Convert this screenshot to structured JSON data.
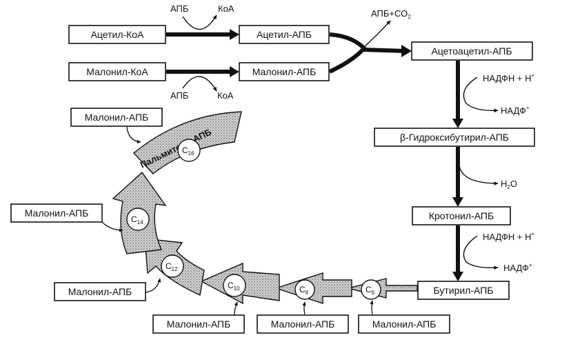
{
  "colors": {
    "ink": "#111111",
    "stipple_bg": "#cfcfcf",
    "box_fill": "#ffffff"
  },
  "top": {
    "acetyl_coa": "Ацетил-КоА",
    "acetyl_apb": "Ацетил-АПБ",
    "malonyl_coa": "Малонил-КоА",
    "malonyl_apb": "Малонил-АПБ",
    "apb_in_1": "АПБ",
    "coa_out_1": "КоА",
    "apb_in_2": "АПБ",
    "coa_out_2": "КоА",
    "apb_co2_main": "АПБ+СО",
    "apb_co2_sub": "2",
    "acetoacetyl_apb": "Ацетоацетил-АПБ"
  },
  "right": {
    "nadph1_main": "НАДФН + Н",
    "nadph1_sup": "+",
    "nadp1_main": "НАДФ",
    "nadp1_sup": "+",
    "hydroxybutyryl": "β-Гидроксибутирил-АПБ",
    "water_main": "H",
    "water_sub": "2",
    "water_end": "O",
    "crotonyl": "Кротонил-АПБ",
    "nadph2_main": "НАДФН  +  Н",
    "nadph2_sup": "+",
    "nadp2_main": "НАДФ",
    "nadp2_sup": "+",
    "butyryl": "Бутирил-АПБ"
  },
  "cycle": {
    "palmitoyl": "Пальмитоил-АПБ",
    "c16": "16",
    "c14": "14",
    "c12": "12",
    "c10": "10",
    "c8": "8",
    "c6": "6",
    "c_letter": "C",
    "malonyl_top": "Малонил-АПБ",
    "malonyl_left": "Малонил-АПБ",
    "malonyl_bottom_left": "Малонил-АПБ",
    "malonyl_b1": "Малонил-АПБ",
    "malonyl_b2": "Малонил-АПБ",
    "malonyl_b3": "Малонил-АПБ"
  }
}
